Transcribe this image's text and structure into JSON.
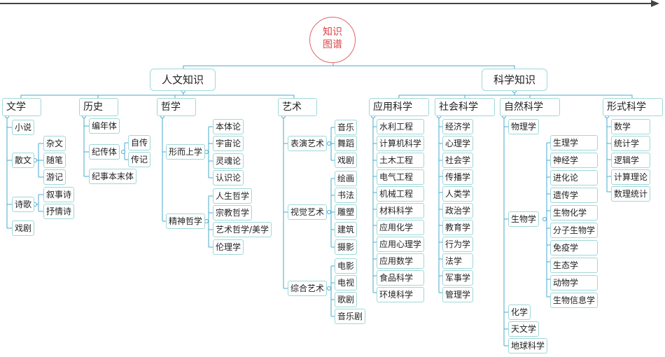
{
  "root": {
    "line1": "知识",
    "line2": "图谱"
  },
  "branches": {
    "humanities": "人文知识",
    "science": "科学知识"
  },
  "literature": {
    "label": "文学",
    "items": {
      "novel": "小说",
      "prose": "散文",
      "poetry": "诗歌",
      "drama": "戏剧"
    },
    "prose_sub": [
      "杂文",
      "随笔",
      "游记"
    ],
    "poetry_sub": [
      "叙事诗",
      "抒情诗"
    ]
  },
  "history": {
    "label": "历史",
    "items": {
      "chrono": "编年体",
      "bio": "纪传体",
      "event": "纪事本末体"
    },
    "bio_sub": [
      "自传",
      "传记"
    ]
  },
  "philosophy": {
    "label": "哲学",
    "items": {
      "meta": "形而上学",
      "spirit": "精神哲学"
    },
    "meta_sub": [
      "本体论",
      "宇宙论",
      "灵魂论",
      "认识论"
    ],
    "spirit_sub": [
      "人生哲学",
      "宗教哲学",
      "艺术哲学/美学",
      "伦理学"
    ]
  },
  "art": {
    "label": "艺术",
    "items": {
      "perform": "表演艺术",
      "visual": "视觉艺术",
      "synth": "综合艺术"
    },
    "perform_sub": [
      "音乐",
      "舞蹈",
      "戏剧"
    ],
    "visual_sub": [
      "绘画",
      "书法",
      "雕塑",
      "建筑",
      "摄影"
    ],
    "synth_sub": [
      "电影",
      "电视",
      "歌剧",
      "音乐剧"
    ]
  },
  "applied": {
    "label": "应用科学",
    "items": [
      "水利工程",
      "计算机科学",
      "土木工程",
      "电气工程",
      "机械工程",
      "材料科学",
      "应用化学",
      "应用心理学",
      "应用数学",
      "食品科学",
      "环境科学"
    ]
  },
  "social": {
    "label": "社会科学",
    "items": [
      "经济学",
      "心理学",
      "社会学",
      "传播学",
      "人类学",
      "政治学",
      "教育学",
      "行为学",
      "法学",
      "军事学",
      "管理学"
    ]
  },
  "natural": {
    "label": "自然科学",
    "items": {
      "physics": "物理学",
      "biology": "生物学",
      "chemistry": "化学",
      "astronomy": "天文学",
      "earth": "地球科学"
    },
    "bio_sub": [
      "生理学",
      "神经学",
      "进化论",
      "遗传学",
      "生物化学",
      "分子生物学",
      "免疫学",
      "生态学",
      "动物学",
      "生物信息学"
    ]
  },
  "formal": {
    "label": "形式科学",
    "items": [
      "数学",
      "统计学",
      "逻辑学",
      "计算理论",
      "数理统计"
    ]
  },
  "colors": {
    "line": "#4aa8cf",
    "node_border": "#9fd8d8",
    "root": "#e06666",
    "timeline": "#444444"
  }
}
